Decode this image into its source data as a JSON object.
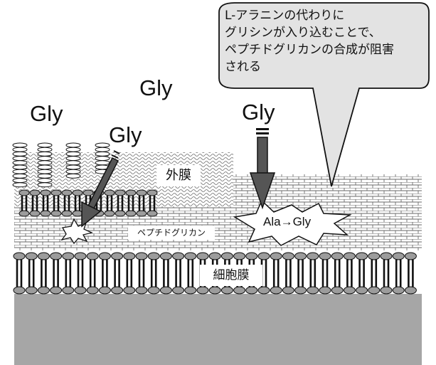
{
  "labels": {
    "gly_1": "Gly",
    "gly_2": "Gly",
    "gly_3": "Gly",
    "gly_4": "Gly",
    "outer_membrane": "外膜",
    "peptidoglycan": "ペプチドグリカン",
    "cell_membrane": "細胞膜",
    "reaction": "Ala→Gly"
  },
  "callout": {
    "lines": [
      "L-アラニンの代わりに",
      "グリシンが入り込むことで、",
      "ペプチドグリカンの合成が阻害",
      "される"
    ]
  },
  "colors": {
    "cytoplasm": "#a6a6a6",
    "arrow_dark": "#555555",
    "callout_fill": "#e3e3e3",
    "lipid_head": "#9c9c9c"
  }
}
